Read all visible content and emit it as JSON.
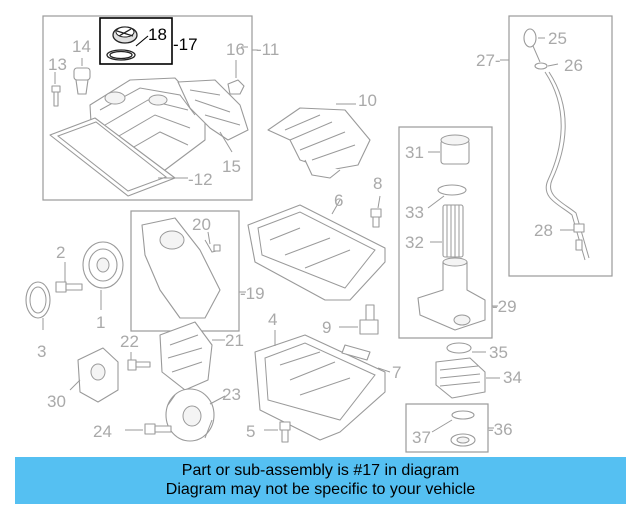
{
  "callouts": {
    "n1": "1",
    "n2": "2",
    "n3": "3",
    "n4": "4",
    "n5": "5",
    "n6": "6",
    "n7": "7",
    "n8": "8",
    "n9": "9",
    "n10": "10",
    "n11": "-11",
    "n12": "-12",
    "n13": "13",
    "n14": "14",
    "n15": "15",
    "n16": "16",
    "n17": "-17",
    "n18": "18",
    "n19": "-19",
    "n20": "20",
    "n21": "21",
    "n22": "22",
    "n23": "23",
    "n24": "24",
    "n25": "25",
    "n26": "26",
    "n27": "27-",
    "n28": "28",
    "n29": "-29",
    "n30": "30",
    "n31": "31",
    "n32": "32",
    "n33": "33",
    "n34": "34",
    "n35": "35",
    "n36": "-36",
    "n37": "37"
  },
  "highlighted_part": "17",
  "banner": {
    "line1": "Part or sub-assembly is #17 in diagram",
    "line2": "Diagram may not be specific to your vehicle",
    "color": "#55c0f2"
  }
}
